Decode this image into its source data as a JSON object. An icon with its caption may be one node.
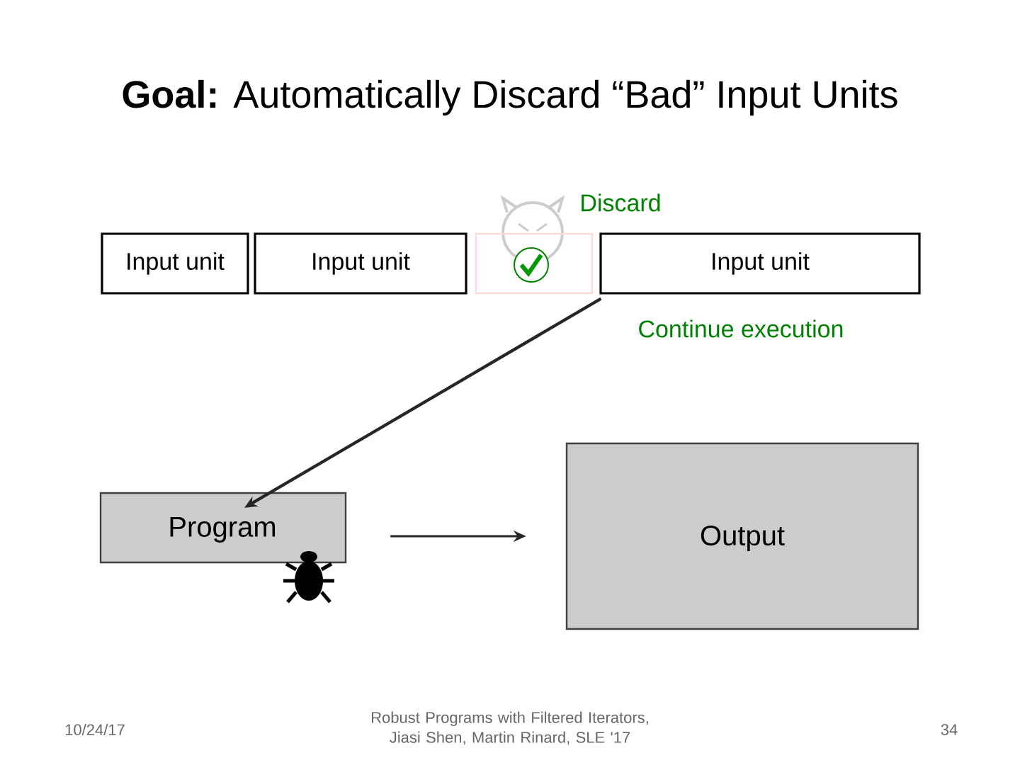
{
  "diagram": {
    "title": "**Goal:** Automatically Discard “Bad” Input Units",
    "nodes": [
      {
        "text": [
          "Input unit"
        ]
      },
      {
        "text": [
          "Input unit"
        ]
      },
      {
        "text": [],
        "shape": "box"
      },
      {
        "text": [
          "Input unit"
        ]
      },
      {
        "text": [
          "Program"
        ]
      },
      {
        "text": [
          "Output"
        ]
      }
    ],
    "edges": [
      {
        "from": 3,
        "to": 4,
        "arrow": "to"
      },
      {
        "from": 4,
        "to": 5,
        "arrow": "to"
      }
    ],
    "labels": [
      "Discard",
      "Continue execution",
      "10/24/17",
      "Robust Programs with Filtered Iterators, Jiasi Shen, Martin Rinard, SLE '17",
      "34"
    ]
  }
}
